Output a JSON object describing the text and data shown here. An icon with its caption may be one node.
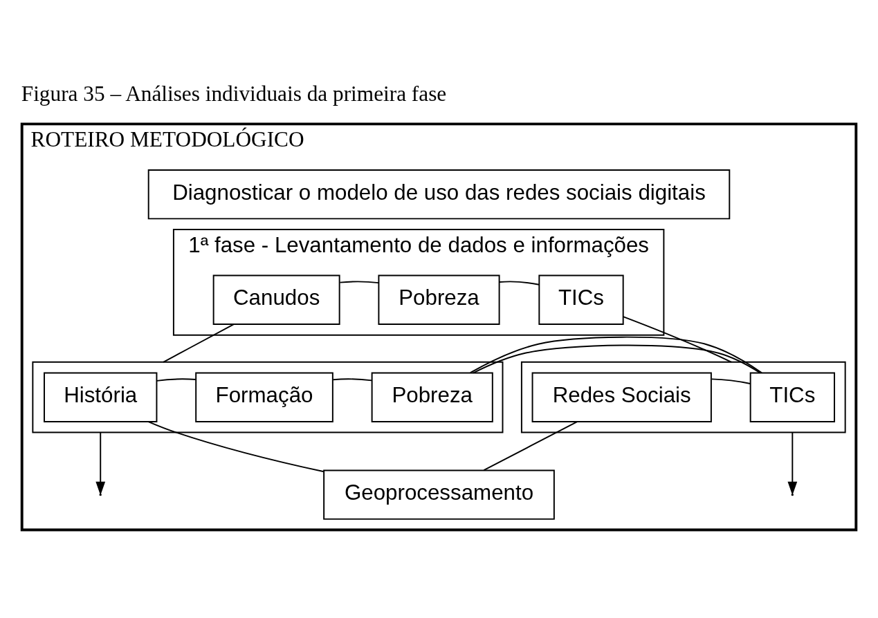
{
  "diagram": {
    "caption": "Figura 35 – Análises individuais da primeira fase",
    "nodes": [
      {
        "text": [
          "ROTEIRO METODOLÓGICO"
        ]
      },
      {
        "text": [
          "Diagnosticar o modelo de uso das redes sociais digitais"
        ],
        "in": 0
      },
      {
        "text": [
          "1ª fase - Levantamento de dados e informações"
        ],
        "in": 0
      },
      {
        "text": [
          "Canudos"
        ],
        "in": 2
      },
      {
        "text": [
          "Pobreza"
        ],
        "in": 2
      },
      {
        "text": [
          "TICs"
        ],
        "in": 2
      },
      {
        "text": [],
        "shape": "box",
        "in": 0
      },
      {
        "text": [
          "História"
        ],
        "in": 6
      },
      {
        "text": [
          "Formação"
        ],
        "in": 6
      },
      {
        "text": [
          "Pobreza"
        ],
        "in": 6
      },
      {
        "text": [],
        "shape": "box",
        "in": 0
      },
      {
        "text": [
          "TICs"
        ],
        "in": 10
      },
      {
        "text": [
          "Redes Sociais"
        ],
        "in": 10
      },
      {
        "text": [
          "Geoprocessamento"
        ],
        "in": 0
      }
    ],
    "edges": [
      {
        "from": 3,
        "to": 4,
        "arrow": "none"
      },
      {
        "from": 4,
        "to": 5,
        "arrow": "none"
      },
      {
        "from": 3,
        "to": 6,
        "arrow": "none"
      },
      {
        "from": 5,
        "to": 10,
        "arrow": "none"
      },
      {
        "from": 7,
        "to": 8,
        "arrow": "none"
      },
      {
        "from": 8,
        "to": 9,
        "arrow": "none"
      },
      {
        "from": 9,
        "to": 11,
        "arrow": "none"
      },
      {
        "from": 11,
        "to": 12,
        "arrow": "none"
      },
      {
        "from": 7,
        "to": 13,
        "arrow": "none"
      },
      {
        "from": 12,
        "to": 13,
        "arrow": "none"
      },
      {
        "from": 6,
        "to": null,
        "arrow": "to"
      },
      {
        "from": 10,
        "to": null,
        "arrow": "to"
      }
    ]
  }
}
